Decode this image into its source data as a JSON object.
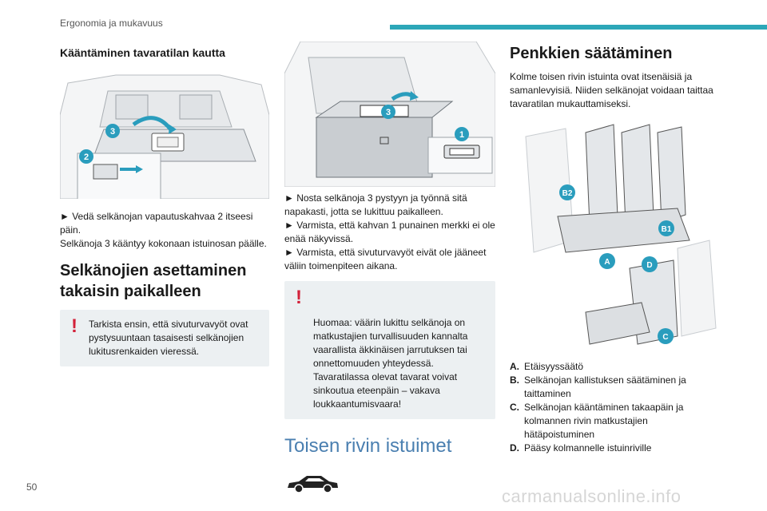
{
  "header": {
    "section": "Ergonomia ja mukavuus"
  },
  "col1": {
    "heading": "Kääntäminen tavaratilan kautta",
    "step1": "► Vedä selkänojan vapautuskahvaa 2 itseesi päin.",
    "step2": "Selkänoja 3 kääntyy kokonaan istuinosan päälle.",
    "section_heading": "Selkänojien asettaminen takaisin paikalleen",
    "warning": "Tarkista ensin, että sivuturvavyöt ovat pystysuuntaan tasaisesti selkänojien lukitusrenkaiden vieressä.",
    "callouts": [
      "3",
      "2"
    ]
  },
  "col2": {
    "step1": "► Nosta selkänoja 3 pystyyn ja työnnä sitä napakasti, jotta se lukittuu paikalleen.",
    "step2": "► Varmista, että kahvan 1 punainen merkki ei ole enää näkyvissä.",
    "step3": "► Varmista, että sivuturvavyöt eivät ole jääneet väliin toimenpiteen aikana.",
    "warning": "Huomaa: väärin lukittu selkänoja on matkustajien turvallisuuden kannalta vaarallista äkkinäisen jarrutuksen tai onnettomuuden yhteydessä.\nTavaratilassa olevat tavarat voivat sinkoutua eteenpäin – vakava loukkaantumisvaara!",
    "rows_heading": "Toisen rivin istuimet",
    "callouts": [
      "3",
      "1"
    ]
  },
  "col3": {
    "heading": "Penkkien säätäminen",
    "intro": "Kolme toisen rivin istuinta ovat itsenäisiä ja samanlevyisiä. Niiden selkänojat voidaan taittaa tavaratilan mukauttamiseksi.",
    "callouts": [
      "B2",
      "B1",
      "A",
      "D",
      "C"
    ],
    "legend": [
      {
        "key": "A.",
        "text": "Etäisyyssäätö"
      },
      {
        "key": "B.",
        "text": "Selkänojan kallistuksen säätäminen ja taittaminen"
      },
      {
        "key": "C.",
        "text": "Selkänojan kääntäminen takaapäin ja kolmannen rivin matkustajien hätäpoistuminen"
      },
      {
        "key": "D.",
        "text": "Pääsy kolmannelle istuinriville"
      }
    ]
  },
  "footer": {
    "page_number": "50"
  },
  "watermark": "carmanualsonline.info",
  "colors": {
    "accent": "#2ca7b8",
    "warning": "#d3223a",
    "callout": "#2a9dbd",
    "rows_heading": "#4a7fb0"
  }
}
